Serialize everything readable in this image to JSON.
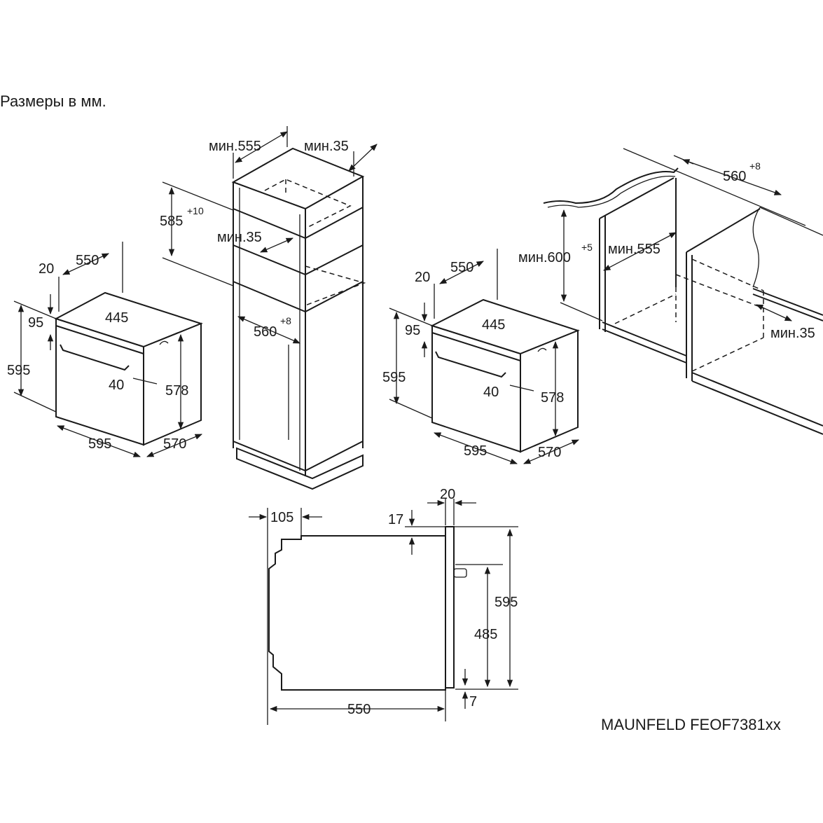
{
  "header": {
    "units_note": "Размеры в мм."
  },
  "footer": {
    "model": "MAUNFELD FEOF7381xx"
  },
  "oven_left": {
    "depth_total": "550",
    "front_thick": "20",
    "control_h": "95",
    "top_w": "445",
    "height": "595",
    "handle_gap": "40",
    "inner_h": "578",
    "width": "595",
    "depth": "570"
  },
  "tall_cabinet": {
    "min_depth": "мин.555",
    "min_clearance_top": "мин.35",
    "niche_h": "585",
    "niche_h_tol": "+10",
    "min_clearance_mid": "мин.35",
    "niche_w": "560",
    "niche_w_tol": "+8"
  },
  "oven_right": {
    "depth_total": "550",
    "front_thick": "20",
    "control_h": "95",
    "top_w": "445",
    "height": "595",
    "handle_gap": "40",
    "inner_h": "578",
    "width": "595",
    "depth": "570"
  },
  "undercounter": {
    "niche_w": "560",
    "niche_w_tol": "+8",
    "min_h": "мин.600",
    "min_h_tol": "+5",
    "min_depth": "мин.555",
    "min_front": "мин.35"
  },
  "side_view": {
    "rear_offset": "105",
    "top_step": "17",
    "front_thick": "20",
    "height": "595",
    "door_h": "485",
    "bottom_gap": "7",
    "depth": "550"
  }
}
